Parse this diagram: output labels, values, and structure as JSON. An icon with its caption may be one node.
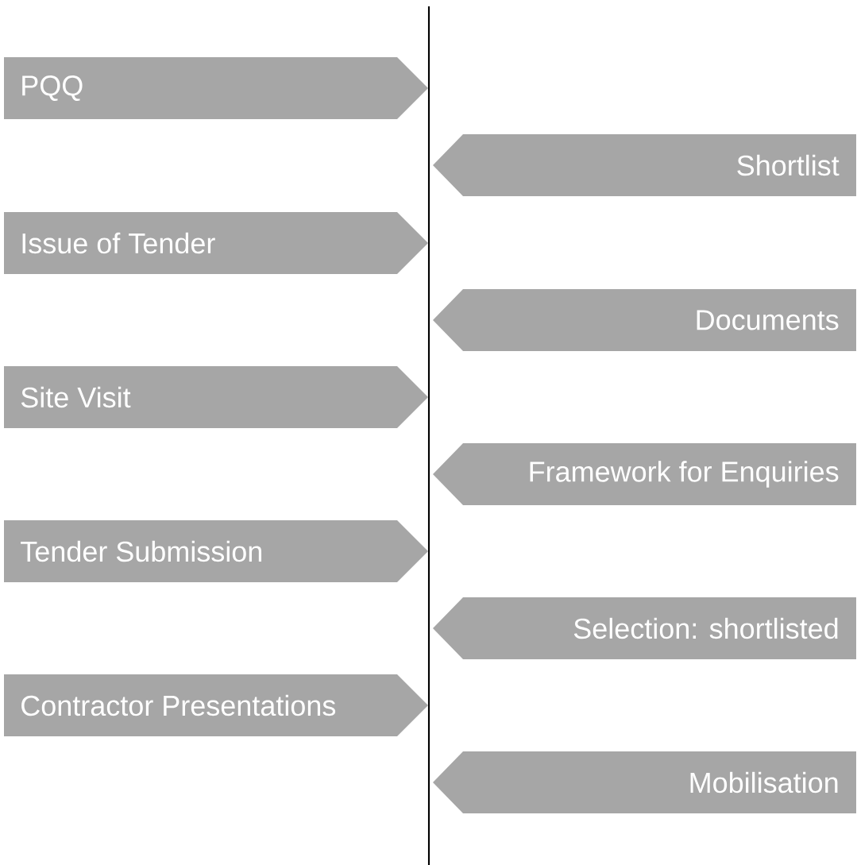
{
  "diagram": {
    "nodes": [
      {
        "text": [
          "PQQ"
        ]
      },
      {
        "text": [
          "Shortlist"
        ]
      },
      {
        "text": [
          "Issue of Tender"
        ]
      },
      {
        "text": [
          "Documents"
        ]
      },
      {
        "text": [
          "Site Visit"
        ]
      },
      {
        "text": [
          "Framework for Enquiries"
        ]
      },
      {
        "text": [
          "Tender Submission"
        ]
      },
      {
        "text": [
          "Selection: shortlisted"
        ]
      },
      {
        "text": [
          "Contractor Presentations"
        ]
      },
      {
        "text": [
          "Mobilisation"
        ]
      }
    ]
  }
}
